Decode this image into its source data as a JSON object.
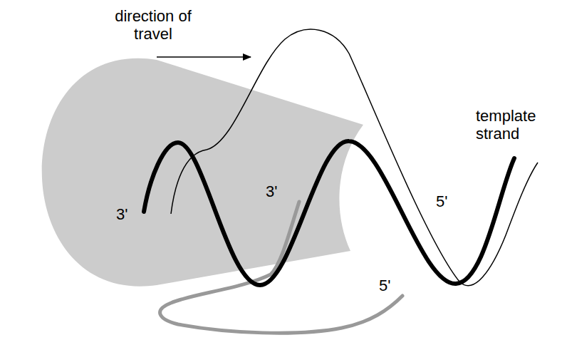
{
  "diagram": {
    "labels": [
      "direction of travel",
      "3'",
      "3'",
      "5'",
      "5'",
      "template strand"
    ]
  }
}
